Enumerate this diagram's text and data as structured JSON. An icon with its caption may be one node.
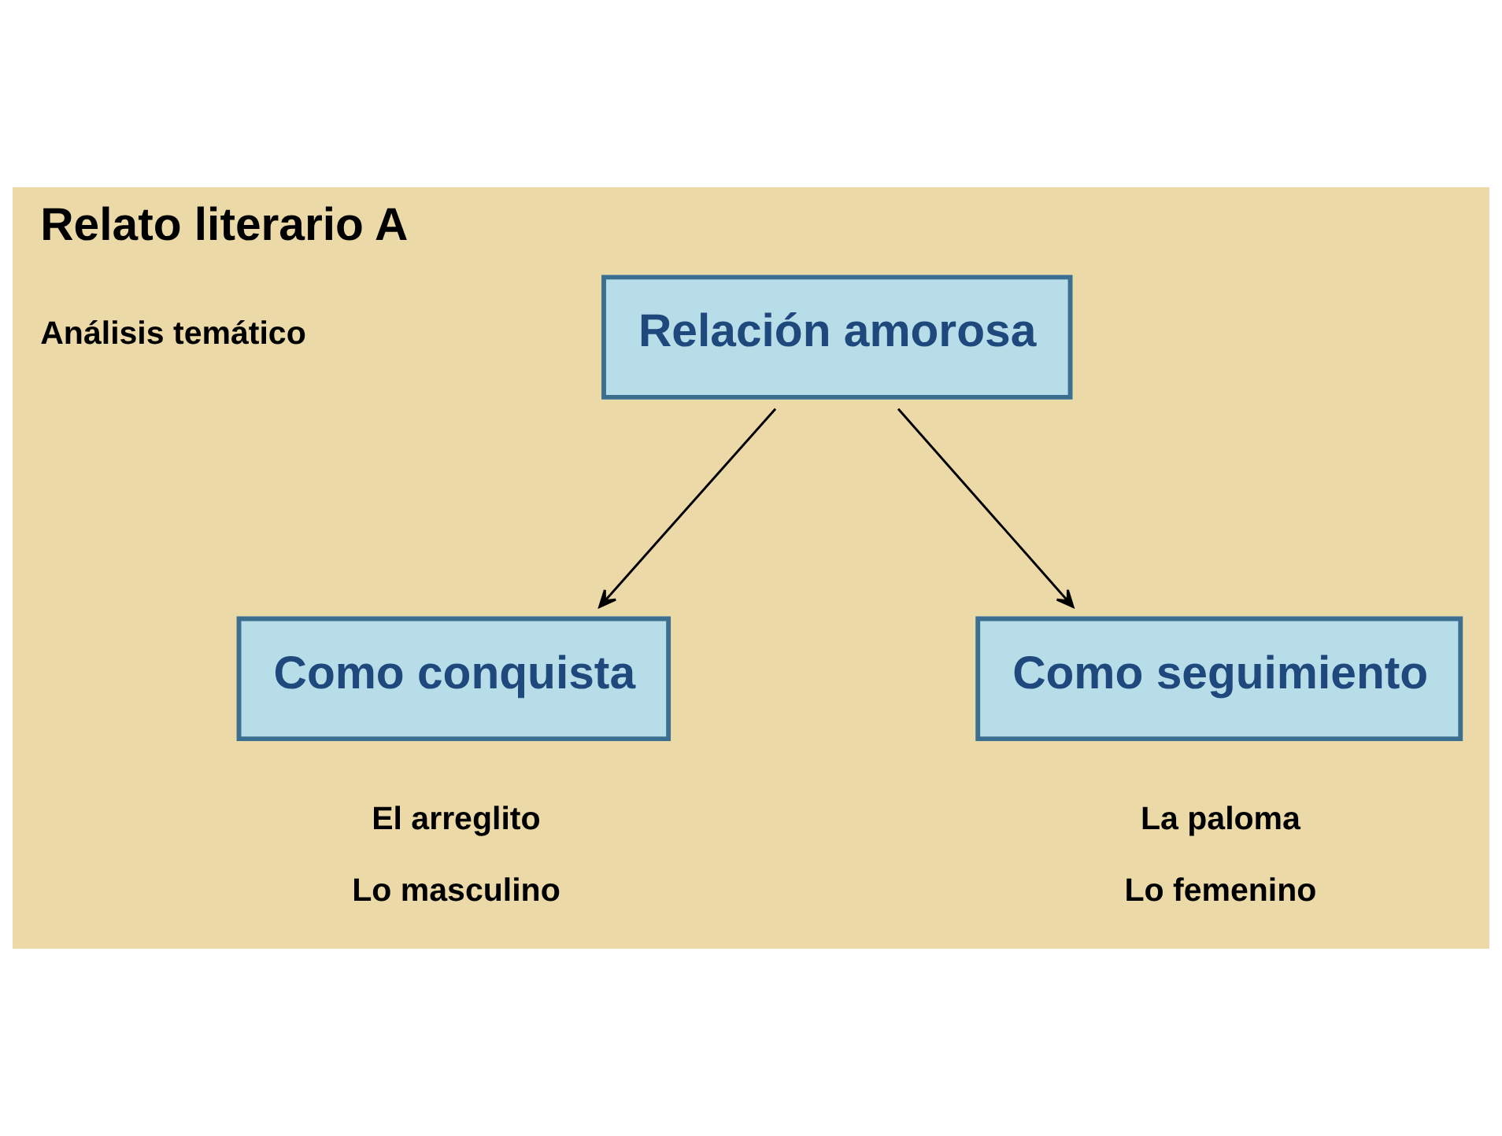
{
  "diagram": {
    "title": "Relato literario A",
    "nodes": [
      {
        "text": [
          "Relación amorosa"
        ]
      },
      {
        "text": [
          "Como conquista"
        ],
        "beside": [
          "El arreglito",
          "Lo masculino"
        ]
      },
      {
        "text": [
          "Como seguimiento"
        ],
        "beside": [
          "La paloma",
          "Lo femenino"
        ]
      }
    ],
    "edges": [
      {
        "from": 0,
        "to": 1,
        "arrow": "to"
      },
      {
        "from": 0,
        "to": 2,
        "arrow": "to"
      }
    ],
    "labels": [
      "Análisis temático"
    ]
  }
}
